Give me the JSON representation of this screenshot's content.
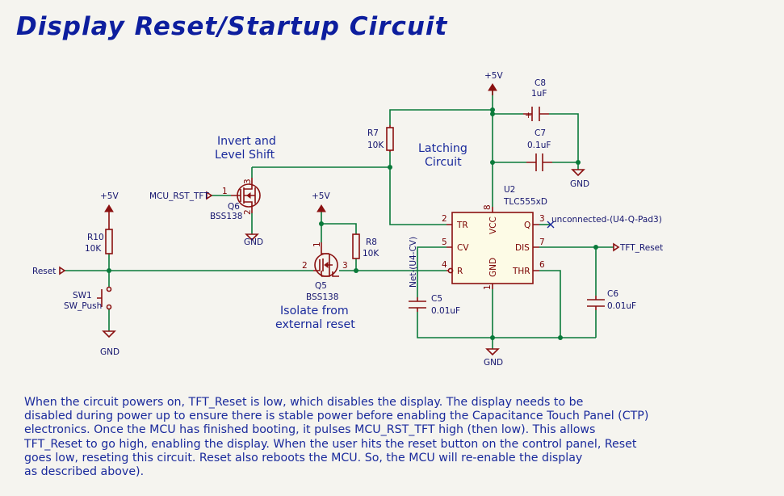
{
  "title": "Display Reset/Startup Circuit",
  "annotations": {
    "invert_line1": "Invert and",
    "invert_line2": "Level Shift",
    "latching_line1": "Latching",
    "latching_line2": "Circuit",
    "isolate_line1": "Isolate from",
    "isolate_line2": "external reset"
  },
  "power": {
    "vcc_top": "+5V",
    "vcc_q5": "+5V",
    "vcc_r10": "+5V",
    "gnd_q6": "GND",
    "gnd_sw1": "GND",
    "gnd_main": "GND",
    "gnd_c8": "GND"
  },
  "components": {
    "r7": {
      "ref": "R7",
      "value": "10K"
    },
    "r8": {
      "ref": "R8",
      "value": "10K"
    },
    "r10": {
      "ref": "R10",
      "value": "10K"
    },
    "c5": {
      "ref": "C5",
      "value": "0.01uF"
    },
    "c6": {
      "ref": "C6",
      "value": "0.01uF"
    },
    "c7": {
      "ref": "C7",
      "value": "0.1uF"
    },
    "c8": {
      "ref": "C8",
      "value": "1uF"
    },
    "q5": {
      "ref": "Q5",
      "value": "BSS138"
    },
    "q6": {
      "ref": "Q6",
      "value": "BSS138"
    },
    "sw1": {
      "ref": "SW1",
      "value": "SW_Push"
    },
    "u2": {
      "ref": "U2",
      "value": "TLC555xD",
      "pins": {
        "tr": "TR",
        "cv": "CV",
        "r": "R",
        "vcc": "VCC",
        "gnd": "GND",
        "q": "Q",
        "dis": "DIS",
        "thr": "THR"
      },
      "pin_numbers": {
        "tr": "2",
        "cv": "5",
        "r": "4",
        "vcc": "8",
        "gnd": "1",
        "q": "3",
        "dis": "7",
        "thr": "6"
      }
    },
    "q5_pins": {
      "g": "1",
      "s": "2",
      "d": "3"
    },
    "q6_pins": {
      "g": "1",
      "s": "2",
      "d": "3"
    },
    "c8_plus": "+"
  },
  "labels": {
    "mcu_rst": "MCU_RST_TFT",
    "reset": "Reset",
    "tft_reset": "TFT_Reset",
    "unconnected": "unconnected-(U4-Q-Pad3)",
    "net_cv": "Net-(U4-CV)"
  },
  "description": "When the circuit powers on, TFT_Reset is low, which disables the display. The display needs to be disabled during power up to ensure there is stable power before enabling the Capacitance Touch Panel (CTP) electronics. Once the MCU has finished booting, it pulses MCU_RST_TFT high (then low). This allows TFT_Reset to go high, enabling the display. When the user hits the reset button on the control panel, Reset goes low, reseting this circuit. Reset also reboots the MCU. So, the MCU will re-enable the display as described above).",
  "description_lines": [
    "When the circuit powers on, TFT_Reset is low, which disables the display. The display needs to be",
    "disabled during power up to ensure there is stable power before enabling the Capacitance Touch Panel (CTP)",
    "electronics. Once the MCU has finished booting, it pulses MCU_RST_TFT high (then low). This allows",
    "TFT_Reset to go high, enabling the display. When the user hits the reset button on the control panel, Reset",
    "goes low, reseting this circuit. Reset also reboots the MCU. So, the MCU will re-enable the display",
    "as described above)."
  ]
}
